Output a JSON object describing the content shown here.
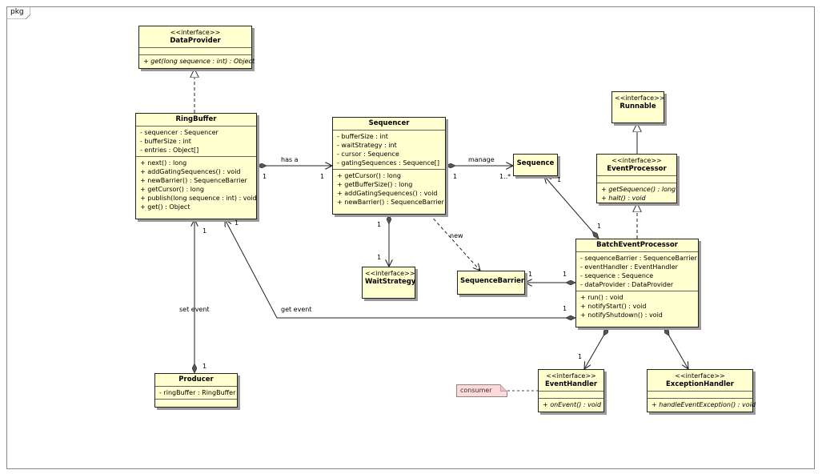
{
  "diagram": {
    "frame_label": "pkg",
    "classes": {
      "dataprovider": {
        "stereotype": "<<interface>>",
        "name": "DataProvider",
        "attributes": [],
        "operations": [
          "+ get(long sequence : int) : Object"
        ]
      },
      "ringbuffer": {
        "name": "RingBuffer",
        "attributes": [
          "- sequencer : Sequencer",
          "- bufferSize : int",
          "- entries : Object[]"
        ],
        "operations": [
          "+ next() : long",
          "+ addGatingSequences() : void",
          "+ newBarrier() : SequenceBarrier",
          "+ getCursor() : long",
          "+ publish(long sequence : int) : void",
          "+ get() : Object"
        ]
      },
      "sequencer": {
        "name": "Sequencer",
        "attributes": [
          "- bufferSize : int",
          "- waitStrategy : int",
          "- cursor : Sequence",
          "- gatingSequences : Sequence[]"
        ],
        "operations": [
          "+ getCursor() : long",
          "+ getBufferSize() : long",
          "+ addGatingSequences() : void",
          "+ newBarrier() : SequenceBarrier"
        ]
      },
      "sequence": {
        "name": "Sequence"
      },
      "runnable": {
        "stereotype": "<<interface>>",
        "name": "Runnable"
      },
      "eventprocessor": {
        "stereotype": "<<interface>>",
        "name": "EventProcessor",
        "attributes": [],
        "operations": [
          "+ getSequence() : long",
          "+ halt() : void"
        ]
      },
      "waitstrategy": {
        "stereotype": "<<interface>>",
        "name": "WaitStrategy"
      },
      "sequencebarrier": {
        "name": "SequenceBarrier"
      },
      "batcheventprocessor": {
        "name": "BatchEventProcessor",
        "attributes": [
          "- sequenceBarrier : SequenceBarrier",
          "- eventHandler : EventHandler",
          "- sequence : Sequence",
          "- dataProvider : DataProvider"
        ],
        "operations": [
          "+ run() : void",
          "+ notifyStart() : void",
          "+ notifyShutdown() : void"
        ]
      },
      "producer": {
        "name": "Producer",
        "attributes": [
          "- ringBuffer : RingBuffer"
        ],
        "operations": []
      },
      "eventhandler": {
        "stereotype": "<<interface>>",
        "name": "EventHandler",
        "attributes": [],
        "operations": [
          "+ onEvent() : void"
        ]
      },
      "exceptionhandler": {
        "stereotype": "<<interface>>",
        "name": "ExceptionHandler",
        "attributes": [],
        "operations": [
          "+ handleEventException() : void"
        ]
      }
    },
    "note_text": "consumer",
    "edge_labels": {
      "has_a": "has a",
      "manage": "manage",
      "new": "new",
      "set_event": "set event",
      "get_event": "get event"
    },
    "multiplicities": {
      "hasa_src": "1",
      "hasa_dst": "1",
      "manage_src": "1",
      "manage_dst": "1..*",
      "wait_src": "1",
      "wait_dst": "1",
      "setevent_src": "1",
      "setevent_dst": "1",
      "getevent_src": "1",
      "getevent_dst": "1",
      "bep_seq_src": "1",
      "bep_seq_dst": "1",
      "barrier_src": "1",
      "barrier_dst": "1",
      "handler_dst": "1"
    }
  }
}
